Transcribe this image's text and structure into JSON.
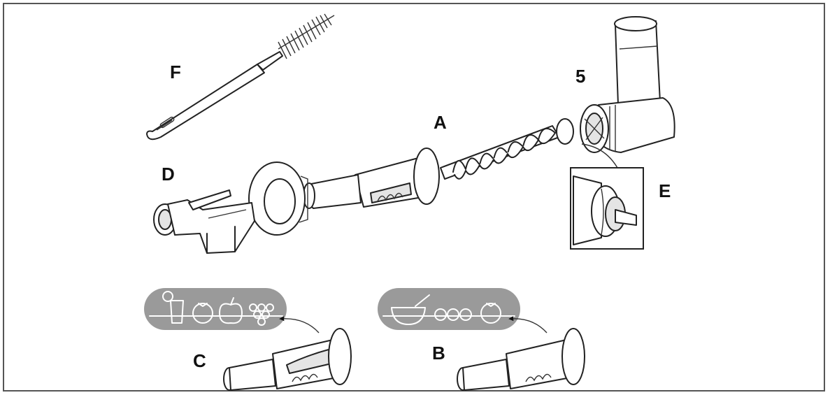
{
  "labels": {
    "F": "F",
    "five": "5",
    "A": "A",
    "D": "D",
    "E": "E",
    "C": "C",
    "B": "B"
  },
  "colors": {
    "outline": "#222222",
    "pill_gray": "#9a9a9a",
    "part_fill": "#e4e4e4",
    "arrow": "#111111"
  },
  "icons": {
    "pill_c": [
      "juice-glass-icon",
      "tomato-icon",
      "apple-icon",
      "grapes-icon"
    ],
    "pill_b": [
      "bowl-icon",
      "berries-icon",
      "tomato-icon"
    ]
  }
}
